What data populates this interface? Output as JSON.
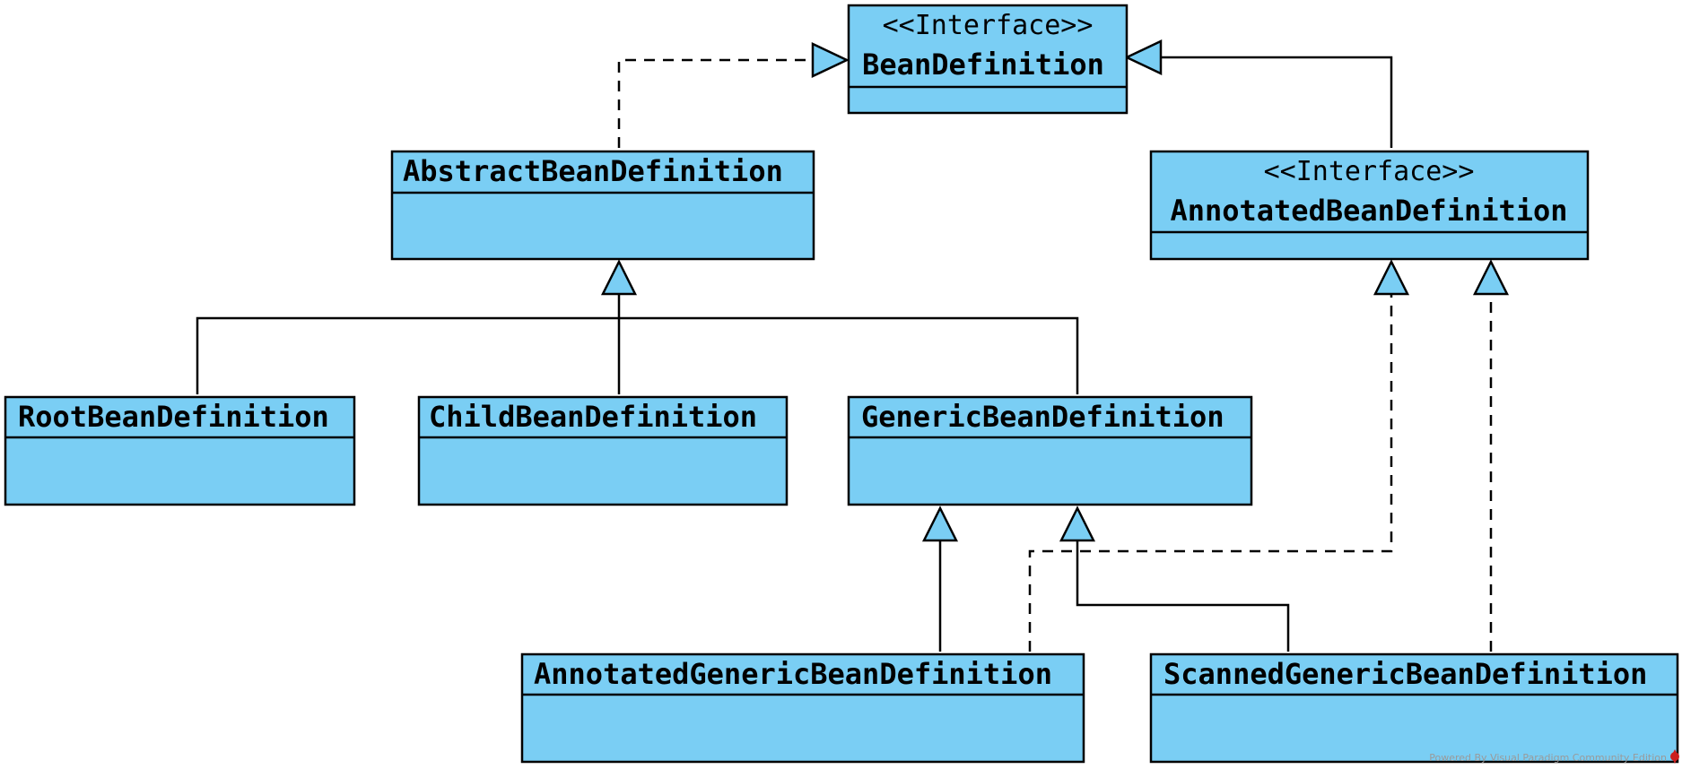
{
  "classes": {
    "bean_definition": {
      "stereotype": "<<Interface>>",
      "name": "BeanDefinition"
    },
    "abstract_bean_definition": {
      "name": "AbstractBeanDefinition"
    },
    "annotated_bean_definition": {
      "stereotype": "<<Interface>>",
      "name": "AnnotatedBeanDefinition"
    },
    "root_bean_definition": {
      "name": "RootBeanDefinition"
    },
    "child_bean_definition": {
      "name": "ChildBeanDefinition"
    },
    "generic_bean_definition": {
      "name": "GenericBeanDefinition"
    },
    "annotated_generic_bean_definition": {
      "name": "AnnotatedGenericBeanDefinition"
    },
    "scanned_generic_bean_definition": {
      "name": "ScannedGenericBeanDefinition"
    }
  },
  "relationships": [
    {
      "from": "AbstractBeanDefinition",
      "to": "BeanDefinition",
      "kind": "realization"
    },
    {
      "from": "AnnotatedBeanDefinition",
      "to": "BeanDefinition",
      "kind": "generalization"
    },
    {
      "from": "RootBeanDefinition",
      "to": "AbstractBeanDefinition",
      "kind": "generalization"
    },
    {
      "from": "ChildBeanDefinition",
      "to": "AbstractBeanDefinition",
      "kind": "generalization"
    },
    {
      "from": "GenericBeanDefinition",
      "to": "AbstractBeanDefinition",
      "kind": "generalization"
    },
    {
      "from": "AnnotatedGenericBeanDefinition",
      "to": "GenericBeanDefinition",
      "kind": "generalization"
    },
    {
      "from": "ScannedGenericBeanDefinition",
      "to": "GenericBeanDefinition",
      "kind": "generalization"
    },
    {
      "from": "AnnotatedGenericBeanDefinition",
      "to": "AnnotatedBeanDefinition",
      "kind": "realization"
    },
    {
      "from": "ScannedGenericBeanDefinition",
      "to": "AnnotatedBeanDefinition",
      "kind": "realization"
    }
  ],
  "colors": {
    "class_fill": "#7acef4",
    "stroke": "#000000",
    "background": "#ffffff"
  },
  "footer": {
    "text": "Powered By Visual Paradigm Community Edition",
    "icon": "visual-paradigm-logo-icon"
  }
}
